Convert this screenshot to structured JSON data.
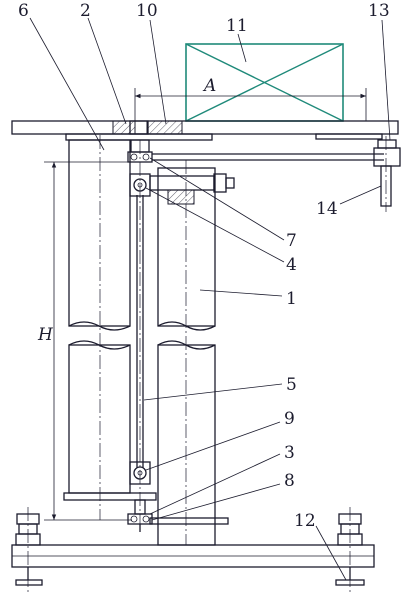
{
  "labels": {
    "l6": "6",
    "l2": "2",
    "l10": "10",
    "l11": "11",
    "l13": "13",
    "l14": "14",
    "l7": "7",
    "l4": "4",
    "l1": "1",
    "l5": "5",
    "l9": "9",
    "l3": "3",
    "l8": "8",
    "l12": "12"
  },
  "dimensions": {
    "width_symbol": "A",
    "height_symbol": "H"
  },
  "colors": {
    "line": "#1c1c2e",
    "box": "#1f8a7a"
  }
}
